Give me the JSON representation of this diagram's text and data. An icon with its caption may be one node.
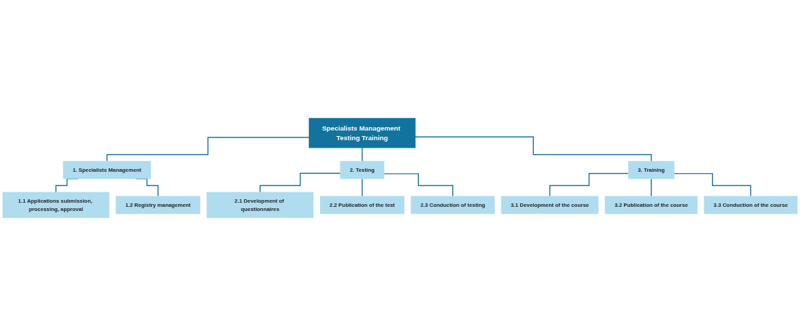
{
  "diagram": {
    "nodes": [
      {
        "text": [
          "Specialists Management Testing Training"
        ]
      },
      {
        "text": [
          "1. Specialists Management"
        ]
      },
      {
        "text": [
          "1.1 Applications submission, processing, approval"
        ]
      },
      {
        "text": [
          "1.2 Registry management"
        ]
      },
      {
        "text": [
          "2. Testing"
        ]
      },
      {
        "text": [
          "2.1 Development of questionnaires"
        ]
      },
      {
        "text": [
          "2.2 Publication of the test"
        ]
      },
      {
        "text": [
          "2.3 Conduction of testing"
        ]
      },
      {
        "text": [
          "3. Training"
        ]
      },
      {
        "text": [
          "3.1 Development of the course"
        ]
      },
      {
        "text": [
          "3.2 Publication of the course"
        ]
      },
      {
        "text": [
          "3.3 Conduction of the course"
        ]
      }
    ],
    "edges": [
      {
        "from": 0,
        "to": 1,
        "arrow": "none"
      },
      {
        "from": 0,
        "to": 4,
        "arrow": "none"
      },
      {
        "from": 0,
        "to": 8,
        "arrow": "none"
      },
      {
        "from": 1,
        "to": 2,
        "arrow": "none"
      },
      {
        "from": 1,
        "to": 3,
        "arrow": "none"
      },
      {
        "from": 4,
        "to": 5,
        "arrow": "none"
      },
      {
        "from": 4,
        "to": 6,
        "arrow": "none"
      },
      {
        "from": 4,
        "to": 7,
        "arrow": "none"
      },
      {
        "from": 8,
        "to": 9,
        "arrow": "none"
      },
      {
        "from": 8,
        "to": 10,
        "arrow": "none"
      },
      {
        "from": 8,
        "to": 11,
        "arrow": "none"
      }
    ]
  }
}
